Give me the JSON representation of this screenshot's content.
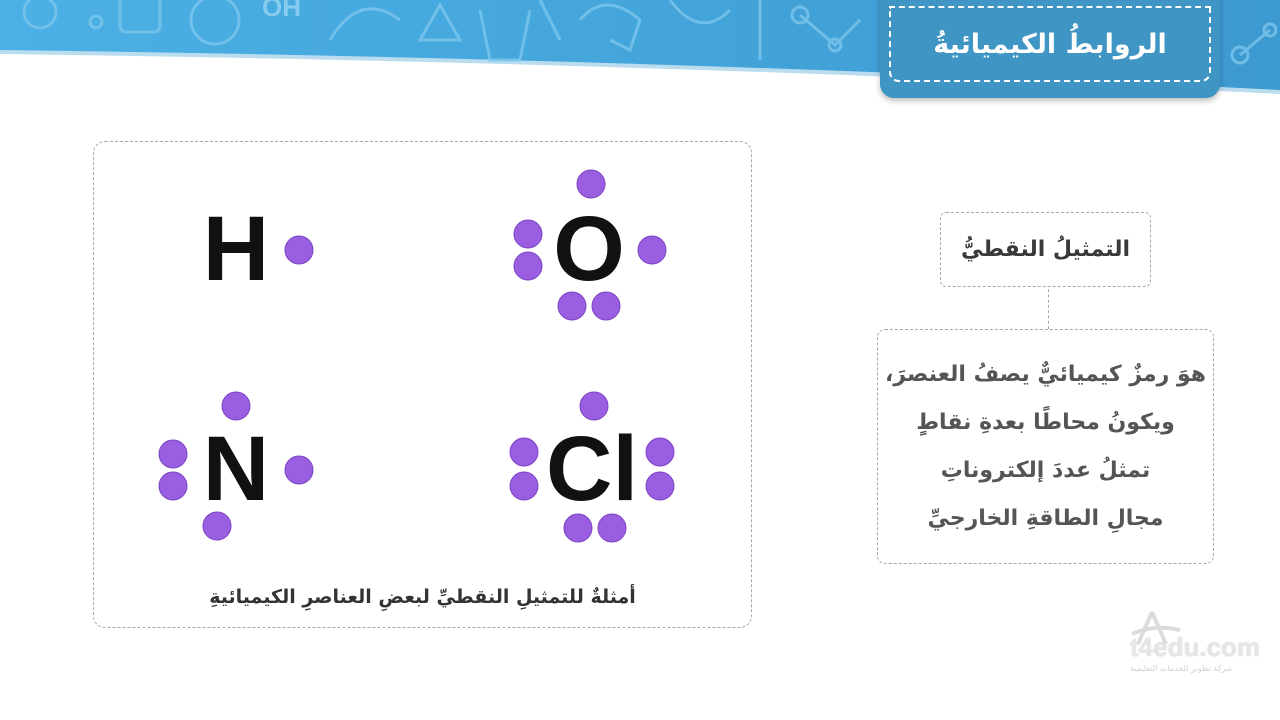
{
  "header": {
    "title": "الروابطُ الكيميائيةُ",
    "banner_color": "#4aa9dc",
    "tab_color": "#3f95c4"
  },
  "examples": {
    "caption": "أمثلةٌ للتمثيلِ النقطيِّ لبعضِ العناصرِ الكيميائيةِ",
    "elements": [
      {
        "symbol": "H",
        "valence_electrons": 1
      },
      {
        "symbol": "O",
        "valence_electrons": 6
      },
      {
        "symbol": "N",
        "valence_electrons": 5
      },
      {
        "symbol": "Cl",
        "valence_electrons": 7
      }
    ],
    "dot_color": "#9a5ee0"
  },
  "definition": {
    "term": "التمثيلُ النقطيُّ",
    "lines": [
      "هوَ رمزٌ كيميائيٌّ يصفُ العنصرَ،",
      "ويكونُ محاطًا بعدةِ نقاطٍ",
      "تمثلُ عددَ إلكتروناتِ",
      "مجالِ الطاقةِ الخارجيِّ"
    ]
  },
  "logo": {
    "text": "t4edu.com",
    "subtitle": "شركة تطوير للخدمات التعليمية"
  }
}
